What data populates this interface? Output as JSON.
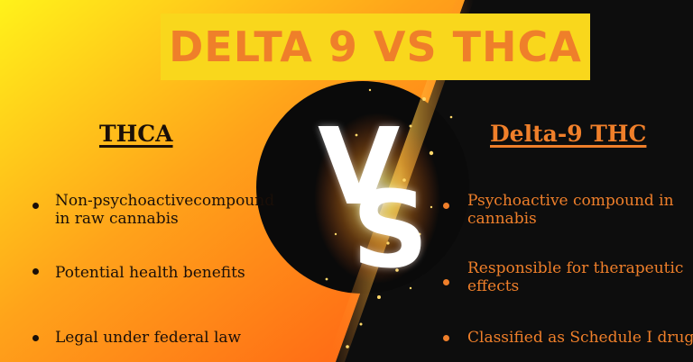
{
  "title": "DELTA 9 VS THCA",
  "vs_label": {
    "v": "V",
    "s": "S"
  },
  "left": {
    "heading": "THCA",
    "items": [
      {
        "line1": "Non-psychoactivecompound",
        "line2": "in raw cannabis"
      },
      {
        "line1": "Potential health benefits",
        "line2": ""
      },
      {
        "line1": "Legal under federal law",
        "line2": ""
      }
    ]
  },
  "right": {
    "heading": "Delta-9 THC",
    "items": [
      {
        "line1": "Psychoactive compound in",
        "line2": "cannabis"
      },
      {
        "line1": "Responsible for therapeutic",
        "line2": "effects"
      },
      {
        "line1": "Classified as Schedule I drug",
        "line2": ""
      }
    ]
  },
  "colors": {
    "left_gradient_start": "#fff21a",
    "left_gradient_mid": "#ffa31a",
    "left_gradient_end": "#ff5a14",
    "right_background": "#0d0d0d",
    "title_box": "#f9d71c",
    "title_text": "#ef7f2a",
    "accent_orange": "#ef7f2a",
    "dark_text": "#1a0f08",
    "vs_letters": "#ffffff"
  }
}
